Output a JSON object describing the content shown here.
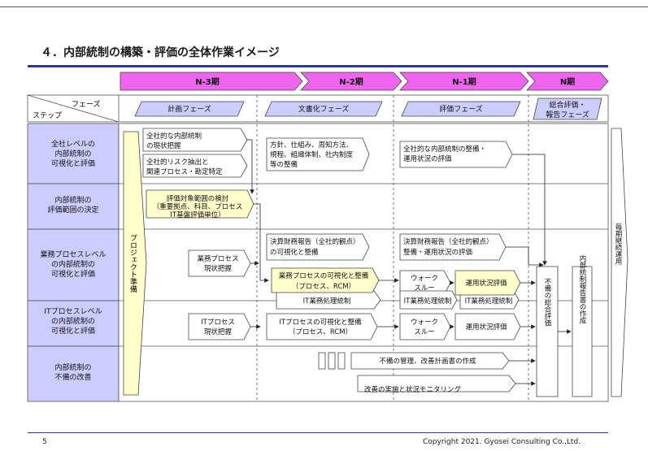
{
  "page_title": "４．内部統制の構築・評価の全体作業イメージ",
  "page_number": "5",
  "copyright": "Copyright 2021. Gyosei Consulting Co.,Ltd.",
  "periods": [
    "N-3期",
    "N-2期",
    "N-1期",
    "N期"
  ],
  "header": {
    "phase_label": "フェーズ",
    "step_label": "ステップ",
    "phases": [
      "計画フェーズ",
      "文書化フェーズ",
      "評価フェーズ"
    ],
    "final_phase": [
      "総合評価・",
      "報告フェーズ"
    ]
  },
  "steps": [
    [
      "全社レベルの",
      "内部統制の",
      "可視化と評価"
    ],
    [
      "内部統制の",
      "評価範囲の決定"
    ],
    [
      "業務プロセスレベル",
      "の内部統制の",
      "可視化と評価"
    ],
    [
      "ITプロセスレベル",
      "の内部統制の",
      "可視化と評価"
    ],
    [
      "内部統制の",
      "不備の改善"
    ]
  ],
  "project_prep": "プロジェクト準備",
  "tasks": {
    "company_current": [
      "全社的な内部統制",
      "の現状把握"
    ],
    "company_risk": [
      "全社的リスク抽出と",
      "関連プロセス・勘定特定"
    ],
    "company_docs": [
      "方針、仕組み、周知方法、",
      "規程、組織体制、社内制度",
      "等の整備"
    ],
    "company_eval": [
      "全社的な内部統制の整備・",
      "運用状況の評価"
    ],
    "scope": [
      "評価対象範囲の検討",
      "（重要拠点、科目、プロセス",
      "IT基盤評価単位）"
    ],
    "bp_current": [
      "業務プロセス",
      "現状把握"
    ],
    "closing_doc": [
      "決算財務報告（全社的観点）",
      "の可視化と整備"
    ],
    "closing_eval": [
      "決算財務報告（全社的観点）",
      "整備・運用状況の評価"
    ],
    "bp_visual": [
      "業務プロセスの可視化と整備",
      "（プロセス、RCM）"
    ],
    "it_ctrl_n2": "IT業務処理統制",
    "walk1": [
      "ウォーク",
      "スルー"
    ],
    "op_eval1": "運用状況評価",
    "it_ctrl_n1a": "IT業務処理統制",
    "it_ctrl_n1b": "IT業務処理統制",
    "itp_current": [
      "ITプロセス",
      "現状把握"
    ],
    "itp_visual": [
      "ITプロセスの可視化と整備",
      "（プロセス、RCM）"
    ],
    "walk2": [
      "ウォーク",
      "スルー"
    ],
    "op_eval2": "運用状況評価",
    "deficiency_mgmt": "不備の管理、改善計画書の作成",
    "improvement": "改善の実施と状況モニタリング",
    "overall_eval": "不備の総合評価",
    "report": "内部統制報告書の作成",
    "every_period": "毎期継続運用"
  }
}
